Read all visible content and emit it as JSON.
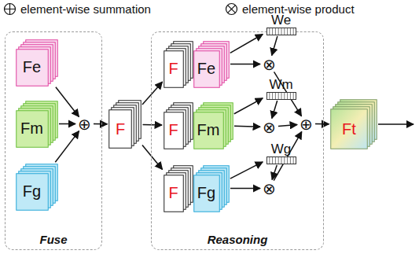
{
  "diagram": {
    "nodes": [
      {
        "text": [
          "Fuse"
        ]
      },
      {
        "text": [
          "Fe"
        ],
        "in": 0
      },
      {
        "text": [
          "Fm"
        ],
        "in": 0
      },
      {
        "text": [
          "Fg"
        ],
        "in": 0
      },
      {
        "text": [
          "⊕"
        ],
        "in": 0
      },
      {
        "text": [
          "F"
        ]
      },
      {
        "text": [
          "Reasoning"
        ]
      },
      {
        "text": [
          "F"
        ],
        "in": 6
      },
      {
        "text": [
          "Fe"
        ],
        "in": 6
      },
      {
        "text": [
          "We"
        ],
        "in": 6
      },
      {
        "text": [
          "⊗"
        ],
        "in": 6
      },
      {
        "text": [
          "F"
        ],
        "in": 6
      },
      {
        "text": [
          "Fm"
        ],
        "in": 6
      },
      {
        "text": [
          "Wm"
        ],
        "in": 6
      },
      {
        "text": [
          "⊗"
        ],
        "in": 6
      },
      {
        "text": [
          "F"
        ],
        "in": 6
      },
      {
        "text": [
          "Fg"
        ],
        "in": 6
      },
      {
        "text": [
          "Wg"
        ],
        "in": 6
      },
      {
        "text": [
          "⊗"
        ],
        "in": 6
      },
      {
        "text": [
          "⊕"
        ],
        "in": 6
      },
      {
        "text": [
          "Ft"
        ]
      }
    ],
    "edges": [
      {
        "from": 1,
        "to": 4,
        "arrow": "to"
      },
      {
        "from": 2,
        "to": 4,
        "arrow": "to"
      },
      {
        "from": 3,
        "to": 4,
        "arrow": "to"
      },
      {
        "from": 4,
        "to": 5,
        "arrow": "to"
      },
      {
        "from": 5,
        "to": 7,
        "arrow": "to"
      },
      {
        "from": 5,
        "to": 11,
        "arrow": "to"
      },
      {
        "from": 5,
        "to": 15,
        "arrow": "to"
      },
      {
        "from": 8,
        "to": 9,
        "arrow": "to"
      },
      {
        "from": 8,
        "to": 10,
        "arrow": "to"
      },
      {
        "from": 9,
        "to": 10,
        "arrow": "to"
      },
      {
        "from": 12,
        "to": 13,
        "arrow": "to"
      },
      {
        "from": 12,
        "to": 14,
        "arrow": "to"
      },
      {
        "from": 13,
        "to": 14,
        "arrow": "to"
      },
      {
        "from": 16,
        "to": 17,
        "arrow": "to"
      },
      {
        "from": 16,
        "to": 18,
        "arrow": "to"
      },
      {
        "from": 17,
        "to": 18,
        "arrow": "to"
      },
      {
        "from": 10,
        "to": 19,
        "arrow": "to"
      },
      {
        "from": 14,
        "to": 19,
        "arrow": "to"
      },
      {
        "from": 18,
        "to": 19,
        "arrow": "to"
      },
      {
        "from": 19,
        "to": 20,
        "arrow": "to"
      }
    ],
    "legend": [
      {
        "text": "element-wise summation"
      },
      {
        "text": "element-wise product"
      }
    ]
  }
}
